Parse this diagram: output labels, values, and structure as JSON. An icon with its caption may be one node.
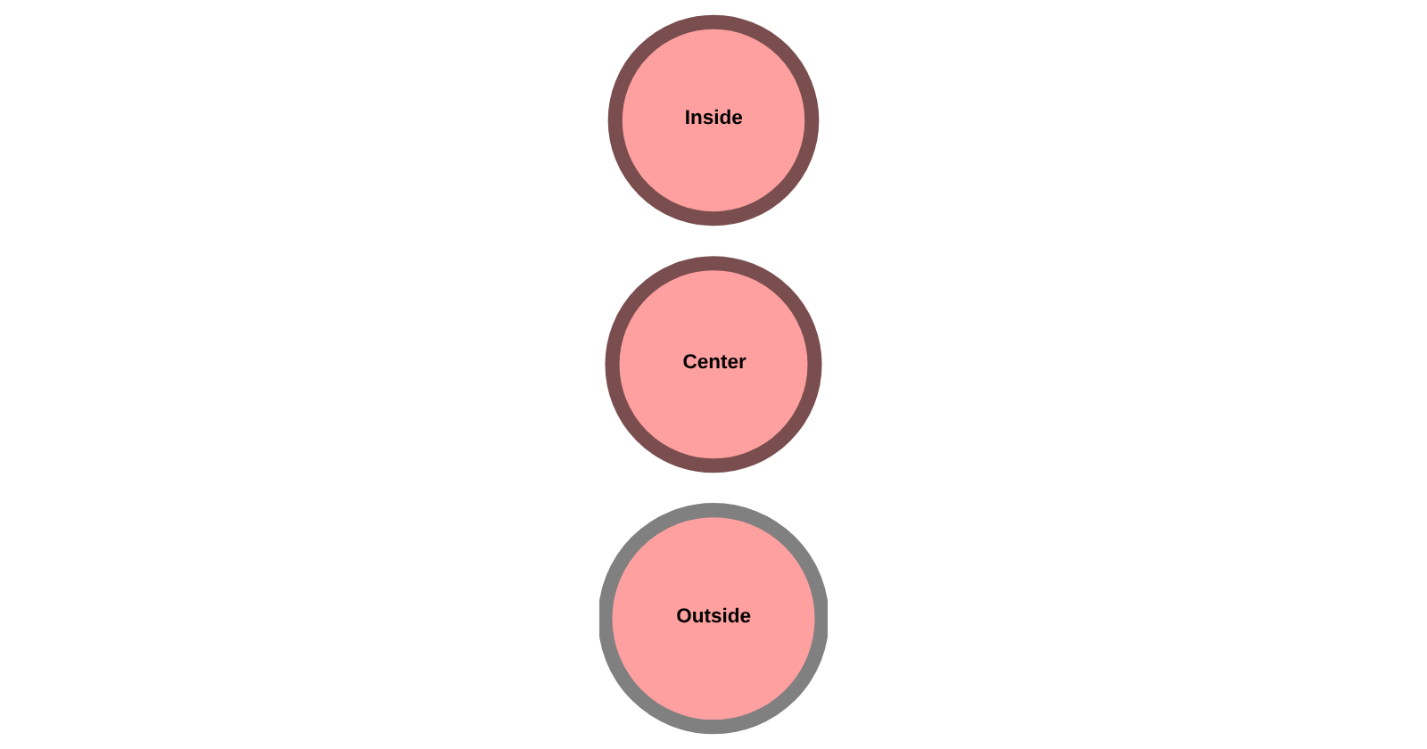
{
  "diagram": {
    "nodes": [
      {
        "text": [
          "Inside"
        ]
      },
      {
        "text": [
          "Center"
        ]
      },
      {
        "text": [
          "Outside"
        ]
      }
    ]
  }
}
